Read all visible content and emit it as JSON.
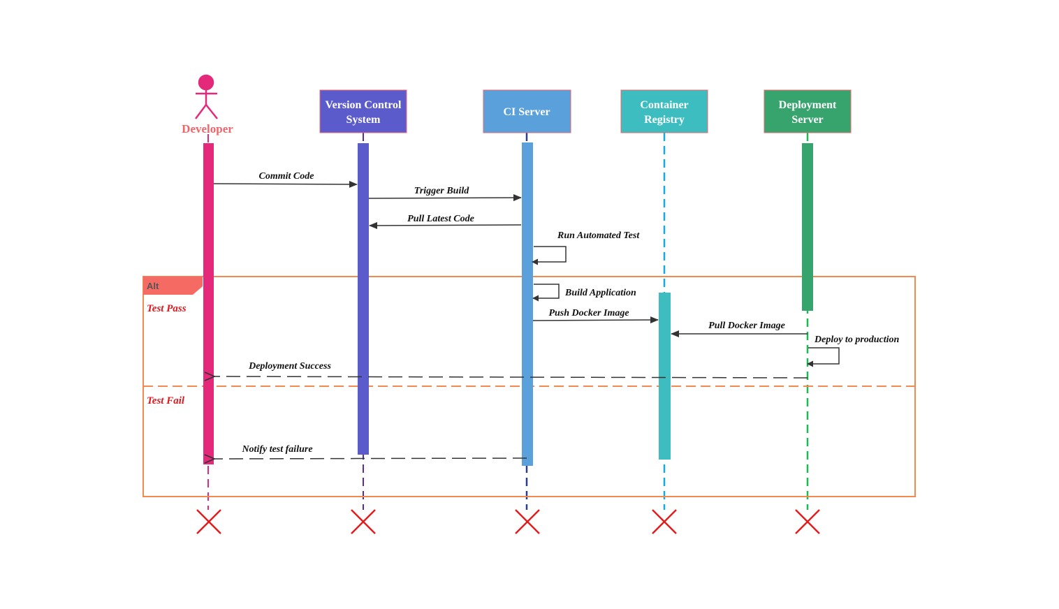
{
  "colors": {
    "developer": "#e4297a",
    "developer_label": "#f0646b",
    "vcs": "#5b5bcc",
    "ci": "#5aa0db",
    "registry": "#3dbdbf",
    "deploy": "#38a46d",
    "fragment": "#f2894f",
    "fragment_tag": "#f56a63",
    "condition": "#e0161c",
    "destroy": "#e31c1c",
    "arrow": "#333333"
  },
  "participants": [
    {
      "id": "developer",
      "label": "Developer",
      "kind": "actor",
      "icon": "stick-figure-icon"
    },
    {
      "id": "vcs",
      "label": "Version Control System",
      "lines": [
        "Version Control",
        "System"
      ],
      "kind": "box"
    },
    {
      "id": "ci",
      "label": "CI Server",
      "lines": [
        "CI Server"
      ],
      "kind": "box"
    },
    {
      "id": "registry",
      "label": "Container Registry",
      "lines": [
        "Container",
        "Registry"
      ],
      "kind": "box"
    },
    {
      "id": "deploy",
      "label": "Deployment Server",
      "lines": [
        "Deployment",
        "Server"
      ],
      "kind": "box"
    }
  ],
  "messages": [
    {
      "id": "commit-code",
      "from": "developer",
      "to": "vcs",
      "label": "Commit Code",
      "type": "sync"
    },
    {
      "id": "trigger-build",
      "from": "vcs",
      "to": "ci",
      "label": "Trigger Build",
      "type": "sync"
    },
    {
      "id": "pull-latest-code",
      "from": "ci",
      "to": "vcs",
      "label": "Pull Latest Code",
      "type": "sync"
    },
    {
      "id": "run-automated-test",
      "from": "ci",
      "to": "ci",
      "label": "Run Automated Test",
      "type": "self"
    },
    {
      "id": "build-application",
      "from": "ci",
      "to": "ci",
      "label": "Build Application",
      "type": "self"
    },
    {
      "id": "push-docker-image",
      "from": "ci",
      "to": "registry",
      "label": "Push Docker Image",
      "type": "sync"
    },
    {
      "id": "pull-docker-image",
      "from": "deploy",
      "to": "registry",
      "label": "Pull Docker Image",
      "type": "sync"
    },
    {
      "id": "deploy-to-production",
      "from": "deploy",
      "to": "deploy",
      "label": "Deploy to production",
      "type": "self"
    },
    {
      "id": "deployment-success",
      "from": "deploy",
      "to": "developer",
      "label": "Deployment Success",
      "type": "return"
    },
    {
      "id": "notify-test-failure",
      "from": "ci",
      "to": "developer",
      "label": "Notify test failure",
      "type": "return"
    }
  ],
  "fragment": {
    "operator": "Alt",
    "conditions": [
      "Test Pass",
      "Test Fail"
    ]
  }
}
